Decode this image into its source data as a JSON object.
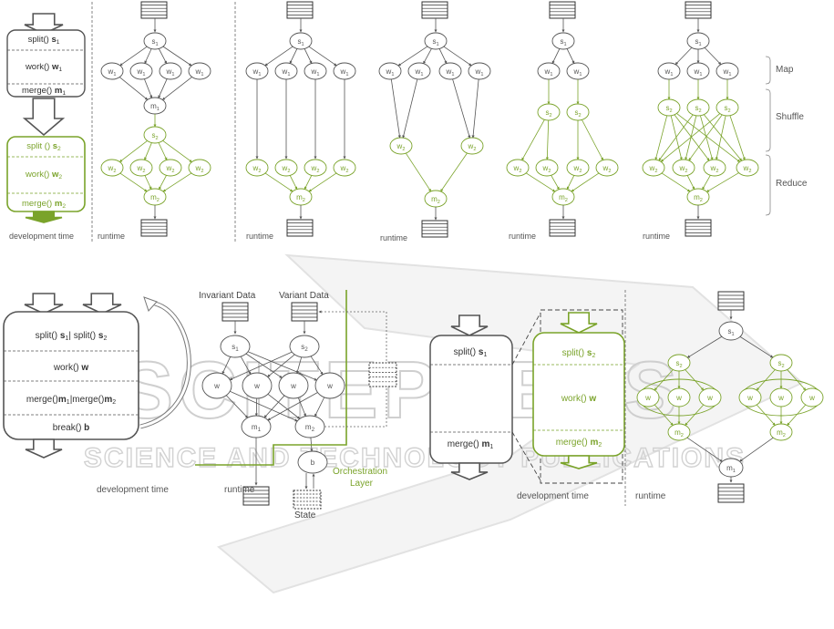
{
  "colors": {
    "gray": "#555555",
    "light": "#888888",
    "green": "#7aa32a",
    "watermark": "#c8c8c8"
  },
  "watermark": {
    "big": "SCITEPRESS",
    "small": "SCIENCE AND TECHNOLOGY PUBLICATIONS"
  },
  "top": {
    "dev_box": {
      "gray": [
        {
          "fn": "split()",
          "sym": "s",
          "sub": "1"
        },
        {
          "fn": "work()",
          "sym": "w",
          "sub": "1"
        },
        {
          "fn": "merge()",
          "sym": "m",
          "sub": "1"
        }
      ],
      "green": [
        {
          "fn": "split ()",
          "sym": "s",
          "sub": "2"
        },
        {
          "fn": "work()",
          "sym": "w",
          "sub": "2"
        },
        {
          "fn": "merge()",
          "sym": "m",
          "sub": "2"
        }
      ],
      "caption": "development time"
    },
    "runtime_caption": "runtime",
    "phases": {
      "map": "Map",
      "shuffle": "Shuffle",
      "reduce": "Reduce"
    }
  },
  "node_labels": {
    "s": "s",
    "w": "w",
    "m": "m",
    "b": "b",
    "sub1": "1",
    "sub2": "2"
  },
  "bottom_left": {
    "rows": [
      {
        "parts": [
          {
            "t": "split() "
          },
          {
            "t": "s",
            "b": true
          },
          {
            "t": "1",
            "sub": true
          },
          {
            "t": "| split() "
          },
          {
            "t": "s",
            "b": true
          },
          {
            "t": "2",
            "sub": true
          }
        ]
      },
      {
        "parts": [
          {
            "t": "work() "
          },
          {
            "t": "w",
            "b": true
          }
        ]
      },
      {
        "parts": [
          {
            "t": "merge()"
          },
          {
            "t": "m",
            "b": true
          },
          {
            "t": "1",
            "sub": true
          },
          {
            "t": "|merge()"
          },
          {
            "t": "m",
            "b": true
          },
          {
            "t": "2",
            "sub": true
          }
        ]
      },
      {
        "parts": [
          {
            "t": "break() "
          },
          {
            "t": "b",
            "b": true
          }
        ]
      }
    ],
    "caption": "development time"
  },
  "bottom_mid": {
    "invariant": "Invariant Data",
    "variant": "Variant Data",
    "orchestration": [
      "Orchestration",
      "Layer"
    ],
    "state": "State",
    "runtime_caption": "runtime"
  },
  "bottom_right": {
    "gray": [
      {
        "fn": "split() ",
        "sym": "s",
        "sub": "1"
      },
      {
        "fn": "merge() ",
        "sym": "m",
        "sub": "1"
      }
    ],
    "green": [
      {
        "fn": "split() ",
        "sym": "s",
        "sub": "2"
      },
      {
        "fn": "work() ",
        "sym": "w",
        "sub": ""
      },
      {
        "fn": "merge() ",
        "sym": "m",
        "sub": "2"
      }
    ],
    "dev_caption": "development time",
    "runtime_caption": "runtime"
  }
}
